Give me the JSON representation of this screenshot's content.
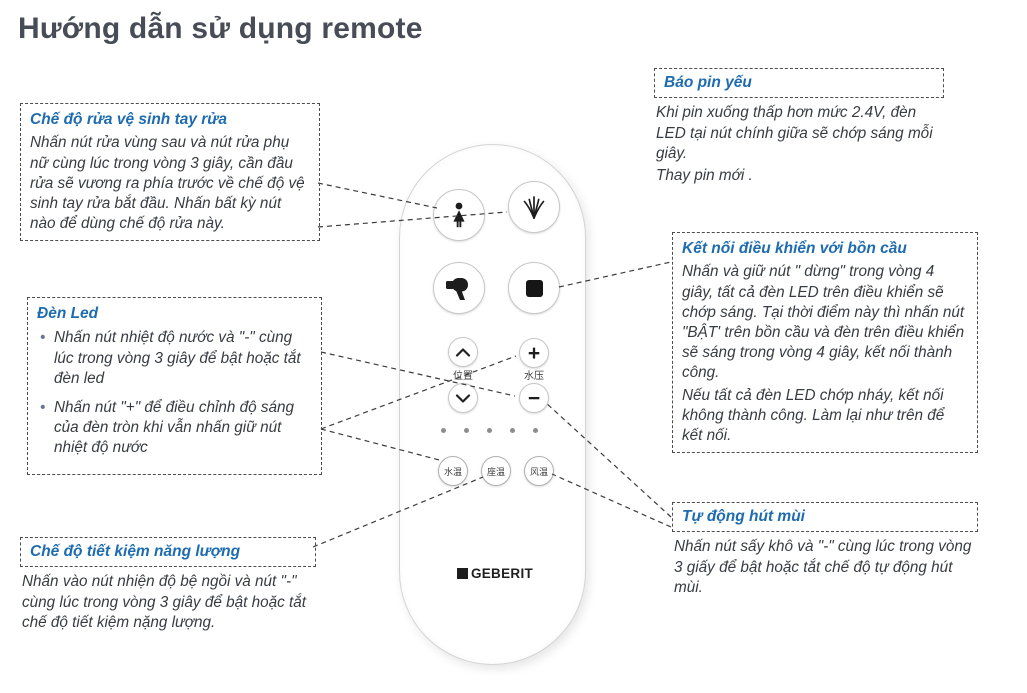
{
  "page": {
    "title": "Hướng dẫn sử dụng remote"
  },
  "callouts": {
    "hand_wash": {
      "title": "Chế độ rửa vệ sinh tay rửa",
      "body": "Nhấn nút rửa vùng sau và nút rửa phụ nữ cùng lúc trong vòng 3 giây, cần đầu rửa sẽ vương ra phía trước về chế độ vệ sinh tay rửa bắt đầu. Nhấn bất kỳ nút nào để dùng chế độ rửa này."
    },
    "led": {
      "title": "Đèn Led",
      "bullets": [
        "Nhấn nút nhiệt độ nước và \"-\" cùng lúc trong vòng 3 giây để bật hoặc tắt đèn led",
        "Nhấn nút  \"+\"  để điều chỉnh độ sáng của đèn tròn khi vẫn nhấn giữ nút nhiệt độ nước"
      ]
    },
    "energy_save": {
      "title": "Chế độ tiết kiệm năng lượng",
      "body": "Nhấn vào nút nhiện độ bệ ngồi và nút \"-\" cùng lúc trong vòng 3 giây để bật hoặc tắt chế độ tiết kiệm nặng lượng."
    },
    "low_battery": {
      "title": "Báo pin yếu",
      "body_lines": [
        "Khi pin xuống thấp hơn mức 2.4V, đèn LED tại nút chính giữa sẽ chớp sáng mỗi giây.",
        "Thay pin mới ."
      ]
    },
    "pairing": {
      "title": "Kết nối điều khiển với bồn cầu",
      "body_lines": [
        "Nhấn và giữ nút \" dừng\" trong vòng 4 giây, tất cả đèn LED trên điều khiển sẽ chớp sáng. Tại thời điểm này thì nhấn nút \"BẬT' trên bồn cầu và đèn trên điều khiển sẽ sáng trong vòng 4 giây, kết nối thành công.",
        "Nếu tất cả đèn LED chớp nháy, kết nối không thành công. Làm lại như trên để kết nối."
      ]
    },
    "deodorize": {
      "title": "Tự động hút mùi",
      "body": "Nhấn nút sấy khô và  \"-\" cùng lúc trong vòng 3 giấy để bật hoặc tắt chế độ tự động hút mùi."
    }
  },
  "remote": {
    "brand": "GEBERIT",
    "plus": "+",
    "minus": "−",
    "labels": {
      "position": "位置",
      "water_pressure": "水压",
      "water_temp": "水温",
      "seat_temp": "座温",
      "air_temp": "风温"
    }
  },
  "colors": {
    "heading_blue": "#1e6cb0",
    "title_gray": "#474c57",
    "body_text": "#383c42"
  }
}
